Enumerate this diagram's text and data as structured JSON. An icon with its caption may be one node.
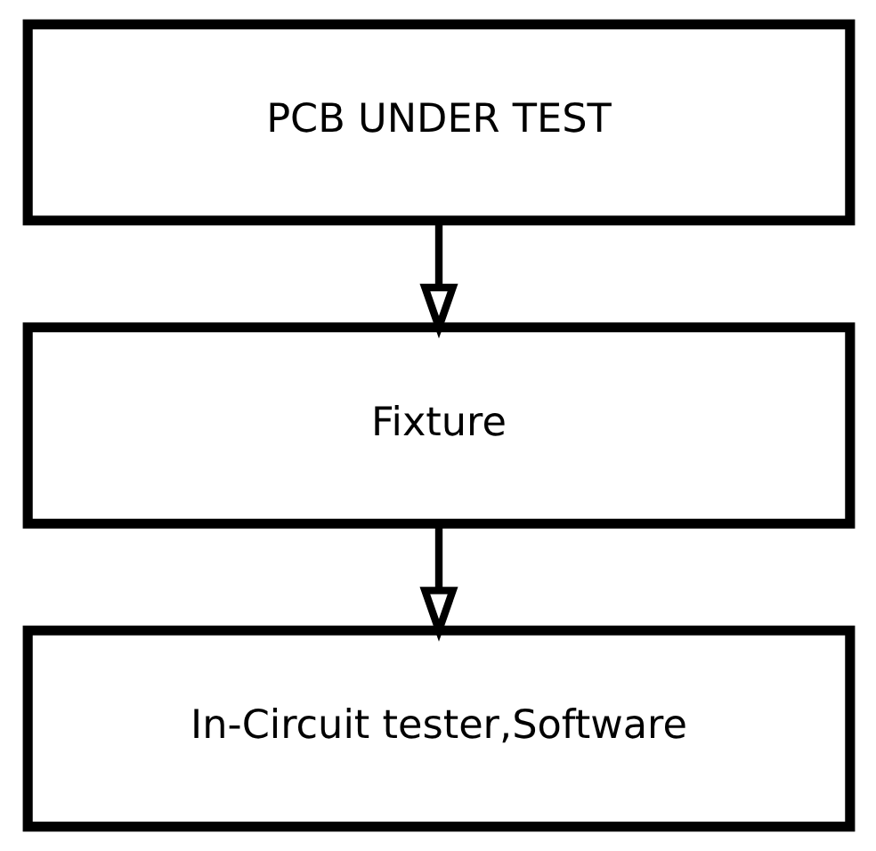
{
  "diagram": {
    "nodes": [
      {
        "text": [
          "PCB UNDER TEST"
        ]
      },
      {
        "text": [
          "Fixture"
        ]
      },
      {
        "text": [
          "In-Circuit tester,Software"
        ]
      }
    ],
    "edges": [
      {
        "from": 0,
        "to": 1,
        "arrow": "to"
      },
      {
        "from": 1,
        "to": 2,
        "arrow": "to"
      }
    ]
  }
}
